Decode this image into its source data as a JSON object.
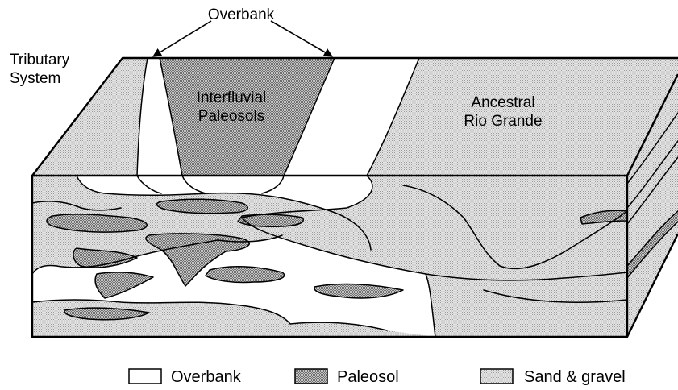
{
  "labels": {
    "overbank_top": "Overbank",
    "tributary_line1": "Tributary",
    "tributary_line2": "System",
    "interfluvial_line1": "Interfluvial",
    "interfluvial_line2": "Paleosols",
    "ancestral_line1": "Ancestral",
    "ancestral_line2": "Rio Grande"
  },
  "legend": {
    "items": [
      {
        "label": "Overbank",
        "pattern": "overbank"
      },
      {
        "label": "Paleosol",
        "pattern": "paleosol"
      },
      {
        "label": "Sand & gravel",
        "pattern": "sand-gravel"
      }
    ]
  },
  "colors": {
    "overbank": "#ffffff",
    "paleosol": "#b2b2b2",
    "sand_gravel": "#dcdcdc",
    "outline": "#000000"
  }
}
